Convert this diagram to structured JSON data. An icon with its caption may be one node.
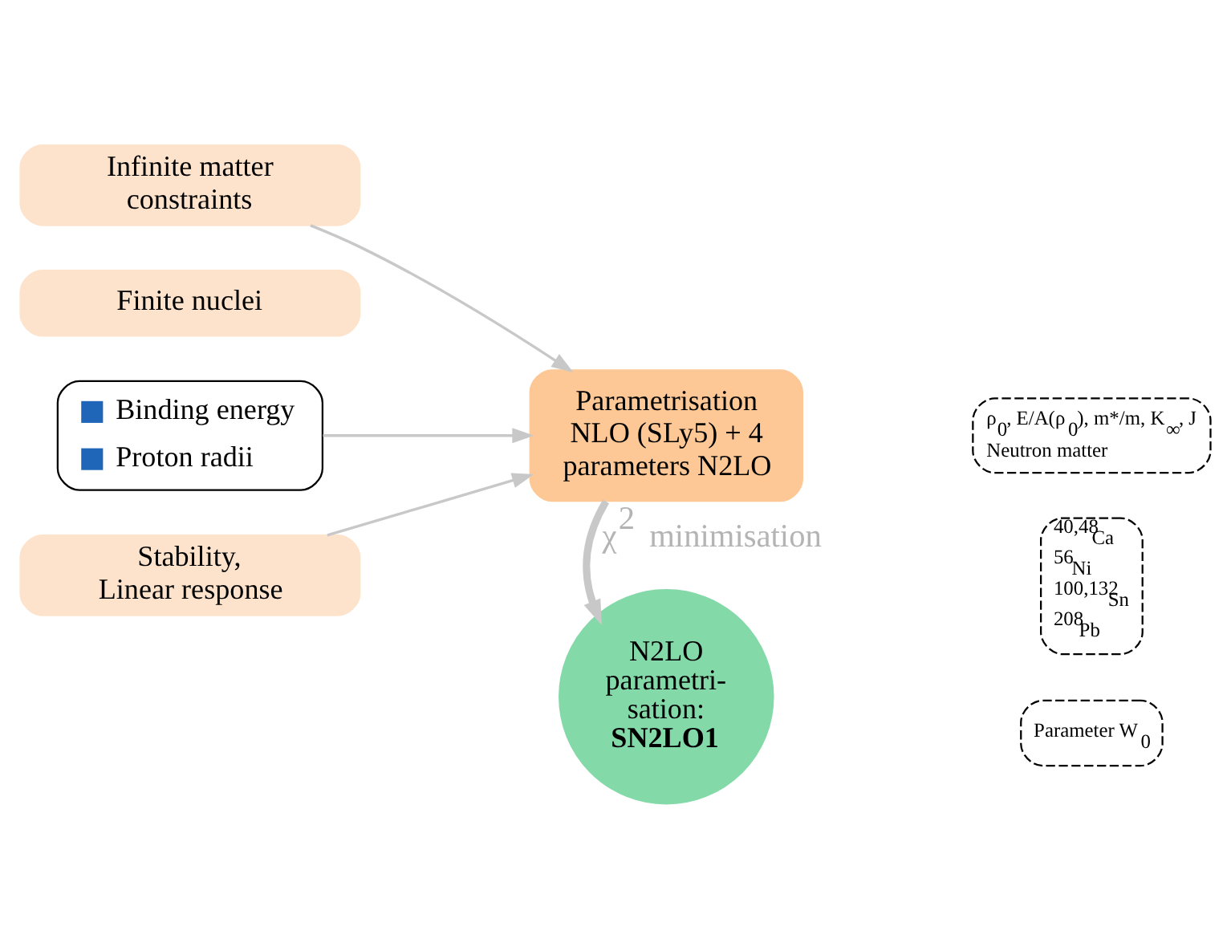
{
  "diagram": {
    "nodes": [
      {
        "text": [
          "Infinite matter constraints"
        ]
      },
      {
        "text": [
          "Finite nuclei"
        ]
      },
      {
        "text": [
          "Binding energy",
          "Proton radii"
        ]
      },
      {
        "text": [
          "Stability, Linear response"
        ]
      },
      {
        "text": [
          "Parametrisation NLO (SLy5) + 4 parameters N2LO"
        ]
      },
      {
        "text": [
          "N2LO parametri- sation:",
          "SN2LO1"
        ]
      },
      {
        "text": [
          "ρ$_{0}$, E/A(ρ$_{0}$), m*/m, K$_{∞}$, J",
          "Neutron matter"
        ]
      },
      {
        "text": [
          "$^{40,48}$Ca",
          "$^{56}$Ni",
          "$^{100,132}$Sn",
          "$^{208}$Pb"
        ]
      },
      {
        "text": [
          "Parameter W$_{0}$"
        ]
      }
    ],
    "edges": [
      {
        "from": 0,
        "to": 4,
        "arrow": "to"
      },
      {
        "from": 2,
        "to": 4,
        "arrow": "to"
      },
      {
        "from": 3,
        "to": 4,
        "arrow": "to"
      },
      {
        "from": 4,
        "to": 5,
        "arrow": "to",
        "style": "thick",
        "label": "χ$^{2}$ minimisation"
      }
    ]
  }
}
